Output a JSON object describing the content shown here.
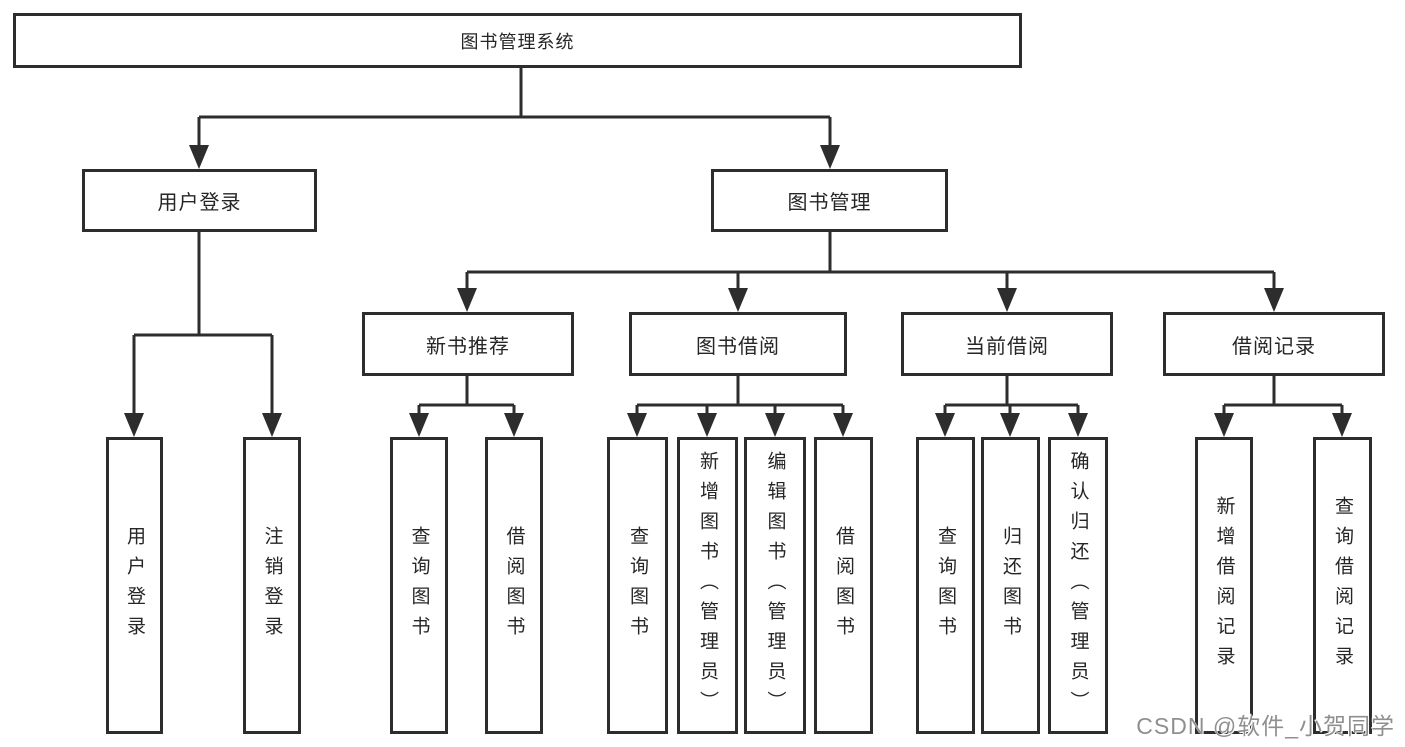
{
  "diagram": {
    "title": "图书管理系统",
    "nodes": {
      "root": {
        "label": "图书管理系统"
      },
      "level2": [
        {
          "label": "用户登录"
        },
        {
          "label": "图书管理"
        }
      ],
      "level3": [
        {
          "label": "新书推荐",
          "parent": "图书管理"
        },
        {
          "label": "图书借阅",
          "parent": "图书管理"
        },
        {
          "label": "当前借阅",
          "parent": "图书管理"
        },
        {
          "label": "借阅记录",
          "parent": "图书管理"
        }
      ],
      "leaves": [
        {
          "label": "用户登录",
          "parent": "用户登录"
        },
        {
          "label": "注销登录",
          "parent": "用户登录"
        },
        {
          "label": "查询图书",
          "parent": "新书推荐"
        },
        {
          "label": "借阅图书",
          "parent": "新书推荐"
        },
        {
          "label": "查询图书",
          "parent": "图书借阅"
        },
        {
          "label": "新增图书（管理员）",
          "parent": "图书借阅"
        },
        {
          "label": "编辑图书（管理员）",
          "parent": "图书借阅"
        },
        {
          "label": "借阅图书",
          "parent": "图书借阅"
        },
        {
          "label": "查询图书",
          "parent": "当前借阅"
        },
        {
          "label": "归还图书",
          "parent": "当前借阅"
        },
        {
          "label": "确认归还（管理员）",
          "parent": "当前借阅"
        },
        {
          "label": "新增借阅记录",
          "parent": "借阅记录"
        },
        {
          "label": "查询借阅记录",
          "parent": "借阅记录"
        }
      ]
    },
    "colors": {
      "line": "#2d2d2d",
      "text": "#262626",
      "background": "#ffffff",
      "watermark": "#8f8f8f"
    }
  },
  "watermark": {
    "text": "CSDN @软件_小贺同学"
  }
}
